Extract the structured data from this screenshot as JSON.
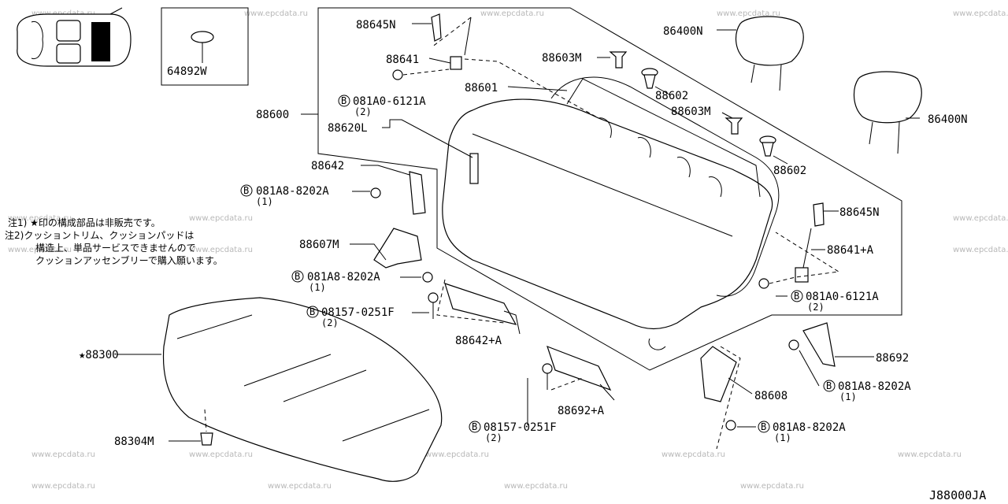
{
  "watermark": "www.epcdata.ru",
  "diagram_code": "J88000JA",
  "notes": [
    "注1) ★印の構成部品は非販売です。",
    "注2)クッショントリム、クッションパッドは",
    "構造上、単品サービスできませんので",
    "クッションアッセンブリーで購入願います。"
  ],
  "inset_label": "64892W",
  "part_labels": {
    "p88645N_a": "88645N",
    "p88641": "88641",
    "p88603M_a": "88603M",
    "p86400N_a": "86400N",
    "p88602_a": "88602",
    "p88601": "88601",
    "p88600": "88600",
    "p88603M_b": "88603M",
    "p86400N_b": "86400N",
    "p88620L": "88620L",
    "p88602_b": "88602",
    "p88642": "88642",
    "p88645N_b": "88645N",
    "p88641A": "88641+A",
    "p88607M": "88607M",
    "p88642A": "88642+A",
    "p88300": "★88300",
    "p88692": "88692",
    "p88608": "88608",
    "p88692A": "88692+A",
    "p88304M": "88304M"
  },
  "bolts": {
    "b1": {
      "part": "081A0-6121A",
      "qty": "(2)"
    },
    "b2": {
      "part": "081A8-8202A",
      "qty": "(1)"
    },
    "b3": {
      "part": "081A8-8202A",
      "qty": "(1)"
    },
    "b4": {
      "part": "08157-0251F",
      "qty": "(2)"
    },
    "b5": {
      "part": "081A0-6121A",
      "qty": "(2)"
    },
    "b6": {
      "part": "081A8-8202A",
      "qty": "(1)"
    },
    "b7": {
      "part": "08157-0251F",
      "qty": "(2)"
    },
    "b8": {
      "part": "081A8-8202A",
      "qty": "(1)"
    }
  },
  "bolt_marker": "B"
}
